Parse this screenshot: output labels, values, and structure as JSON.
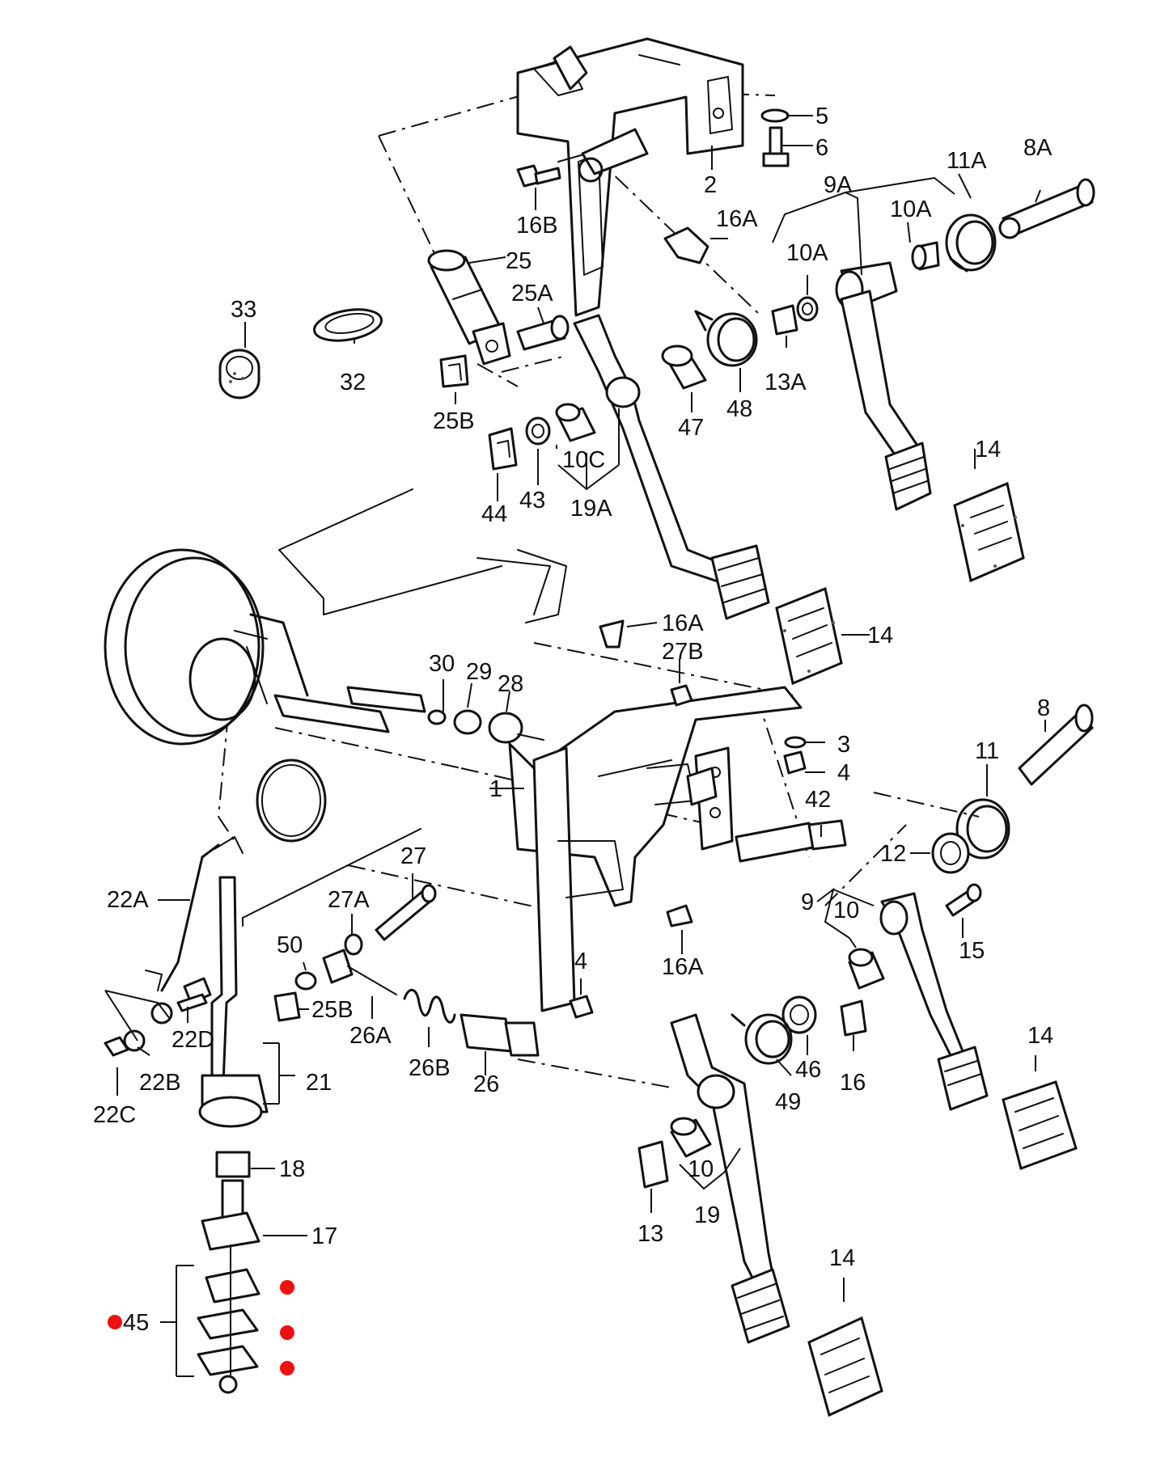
{
  "labels": {
    "l5": "5",
    "l6": "6",
    "l2": "2",
    "l8A": "8A",
    "l11A": "11A",
    "l9A": "9A",
    "l10A_a": "10A",
    "l10A_b": "10A",
    "l16B": "16B",
    "l16A_top": "16A",
    "l25": "25",
    "l25A": "25A",
    "l33": "33",
    "l32": "32",
    "l25B_top": "25B",
    "l13A": "13A",
    "l48": "48",
    "l47": "47",
    "l10C": "10C",
    "l19A": "19A",
    "l43": "43",
    "l44": "44",
    "l14_a": "14",
    "l14_b": "14",
    "l16A_mid": "16A",
    "l27B": "27B",
    "l30": "30",
    "l29": "29",
    "l28": "28",
    "l3": "3",
    "l4_a": "4",
    "l8": "8",
    "l11": "11",
    "l1": "1",
    "l42": "42",
    "l12": "12",
    "l27": "27",
    "l22A": "22A",
    "l27A": "27A",
    "l9": "9",
    "l10_a": "10",
    "l15": "15",
    "l50": "50",
    "l16A_low": "16A",
    "l4_b": "4",
    "l25B_low": "25B",
    "l26A": "26A",
    "l22D": "22D",
    "l26B": "26B",
    "l26": "26",
    "l46": "46",
    "l16": "16",
    "l14_c": "14",
    "l22B": "22B",
    "l21": "21",
    "l49": "49",
    "l22C": "22C",
    "l18": "18",
    "l10_b": "10",
    "l19": "19",
    "l13": "13",
    "l17": "17",
    "l14_d": "14",
    "l45": "45"
  },
  "colors": {
    "line": "#111111",
    "marker": "#ee1111",
    "background": "#ffffff"
  }
}
